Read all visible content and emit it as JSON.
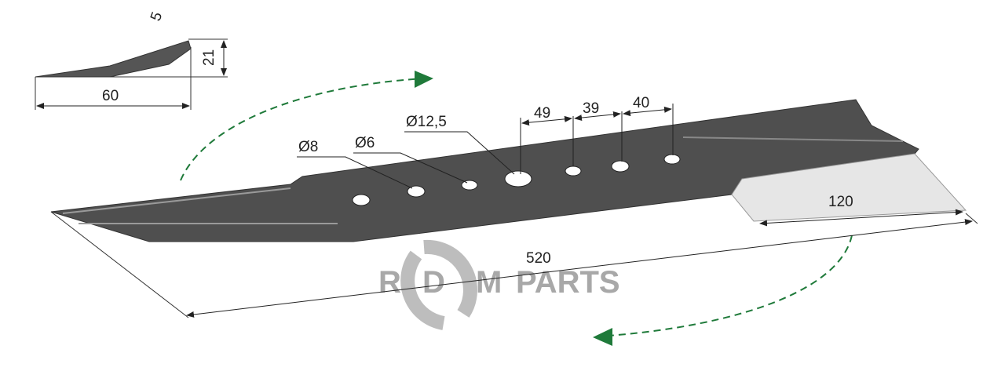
{
  "diagram": {
    "profile": {
      "angle_label": "5",
      "height_label": "21",
      "width_label": "60"
    },
    "holes": {
      "d8_label": "Ø8",
      "d6_label": "Ø6",
      "d12_label": "Ø12,5"
    },
    "spacing": {
      "s1": "49",
      "s2": "39",
      "s3": "40"
    },
    "cutting_edge_label": "120",
    "length_label": "520",
    "watermark": {
      "letters": [
        "R",
        "D",
        "M"
      ],
      "text": "PARTS"
    },
    "colors": {
      "blade": "#505050",
      "arrow": "#1f7a3a",
      "watermark": "#a8a8a8"
    }
  }
}
